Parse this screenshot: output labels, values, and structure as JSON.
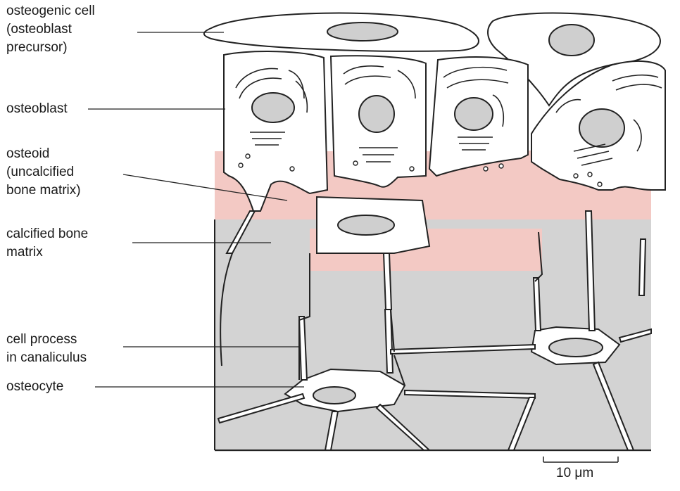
{
  "labels": {
    "osteogenic": [
      "osteogenic cell",
      "(osteoblast",
      "precursor)"
    ],
    "osteoblast": [
      "osteoblast"
    ],
    "osteoid": [
      "osteoid",
      "(uncalcified",
      "bone matrix)"
    ],
    "calcified": [
      "calcified bone",
      "matrix"
    ],
    "cell_process": [
      "cell process",
      "in canaliculus"
    ],
    "osteocyte": [
      "osteocyte"
    ]
  },
  "scale_bar": "10 μm",
  "colors": {
    "osteoid": "#f3c9c4",
    "calcified": "#d3d3d3",
    "nucleus": "#cfcfcf",
    "cell": "#ffffff",
    "outline": "#222222"
  }
}
